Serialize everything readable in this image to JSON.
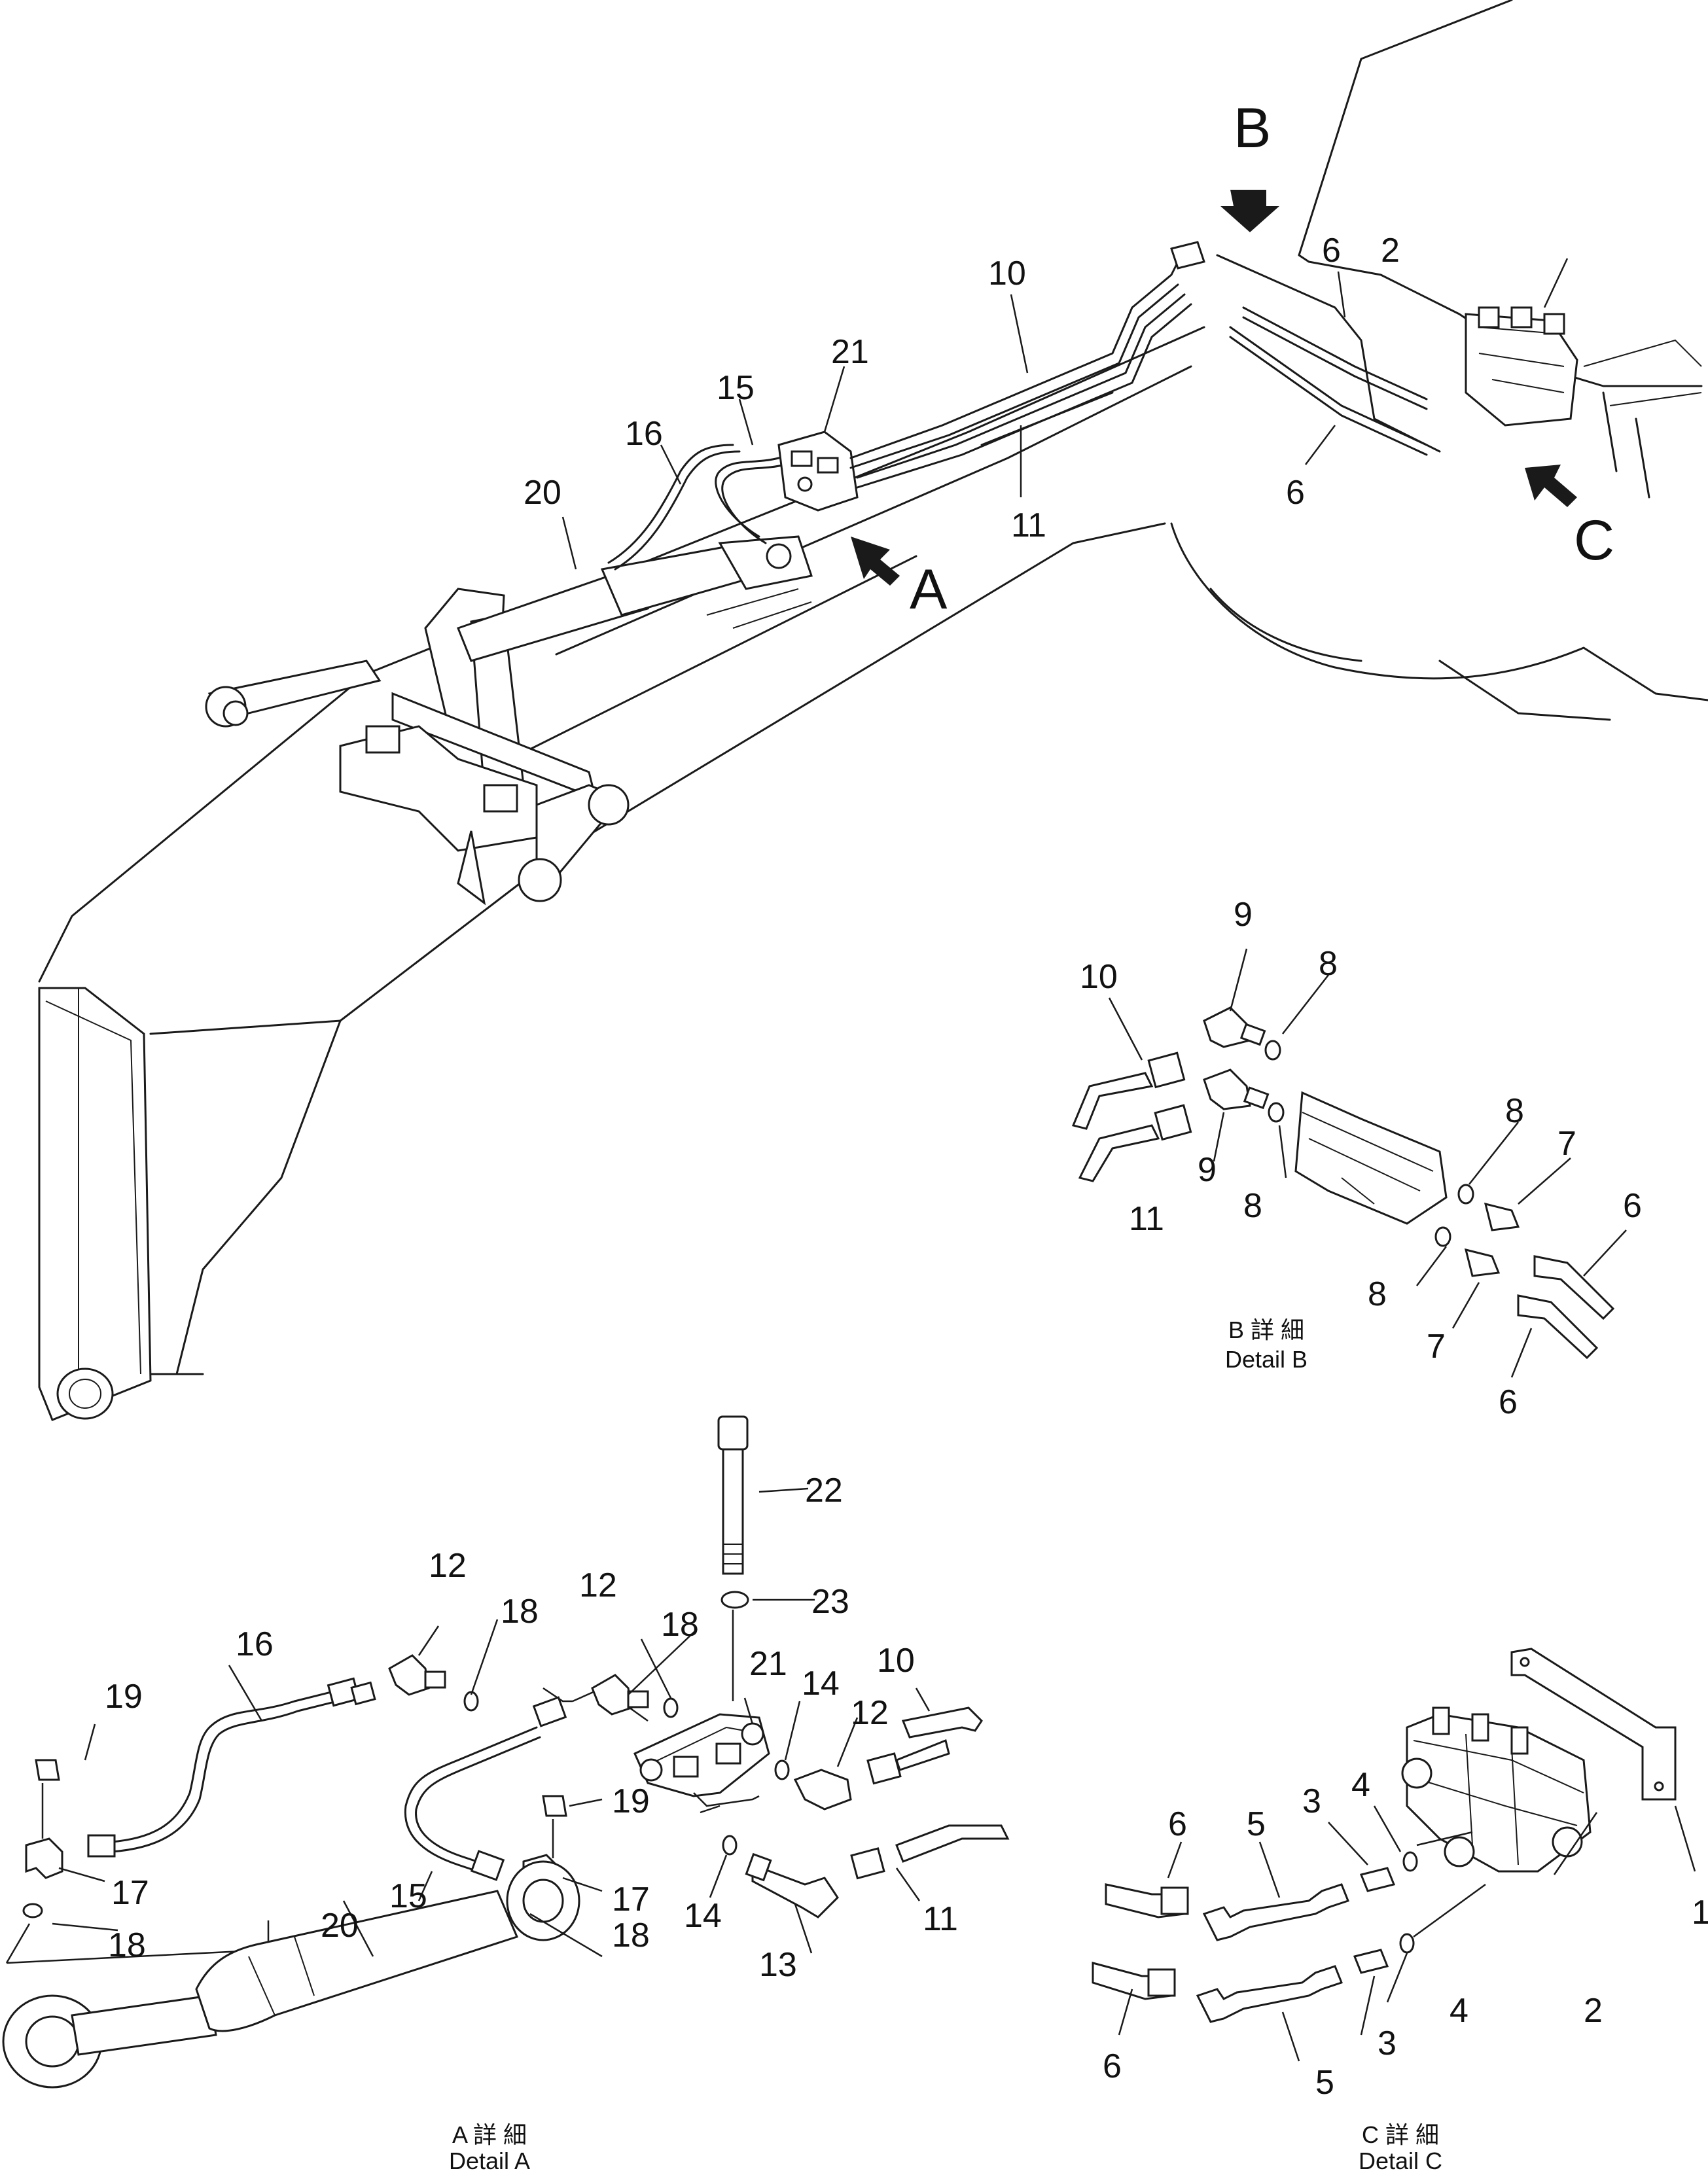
{
  "view_labels": {
    "A": "A",
    "B": "B",
    "C": "C"
  },
  "main_callouts": {
    "n2": "2",
    "n6a": "6",
    "n6b": "6",
    "n10": "10",
    "n11": "11",
    "n15": "15",
    "n16": "16",
    "n20": "20",
    "n21": "21"
  },
  "detail_a": {
    "caption_jp": "A 詳 細",
    "caption_en": "Detail A",
    "callouts": {
      "n22": "22",
      "n23": "23",
      "n21": "21",
      "n12a": "12",
      "n12b": "12",
      "n12c": "12",
      "n18a": "18",
      "n18b": "18",
      "n18c": "18",
      "n18d": "18",
      "n16": "16",
      "n19a": "19",
      "n19b": "19",
      "n17a": "17",
      "n17b": "17",
      "n15": "15",
      "n20": "20",
      "n14a": "14",
      "n14b": "14",
      "n13": "13",
      "n10": "10",
      "n11": "11"
    }
  },
  "detail_b": {
    "caption_jp": "B 詳 細",
    "caption_en": "Detail B",
    "callouts": {
      "n10": "10",
      "n11": "11",
      "n9a": "9",
      "n9b": "9",
      "n8a": "8",
      "n8b": "8",
      "n8c": "8",
      "n8d": "8",
      "n7a": "7",
      "n7b": "7",
      "n6a": "6",
      "n6b": "6"
    }
  },
  "detail_c": {
    "caption_jp": "C 詳 細",
    "caption_en": "Detail C",
    "callouts": {
      "n1": "1",
      "n2": "2",
      "n3a": "3",
      "n3b": "3",
      "n4a": "4",
      "n4b": "4",
      "n5a": "5",
      "n5b": "5",
      "n6a": "6",
      "n6b": "6"
    }
  }
}
